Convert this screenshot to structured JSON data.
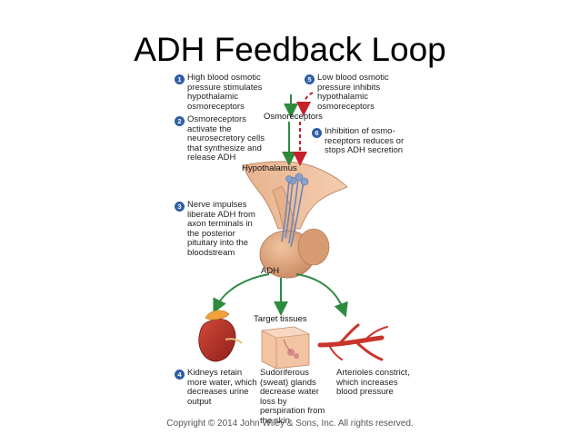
{
  "title": "ADH Feedback Loop",
  "labels": {
    "osmoreceptors": "Osmoreceptors",
    "hypothalamus": "Hypothalamus",
    "adh": "ADH",
    "target_tissues": "Target tissues"
  },
  "steps": [
    {
      "num": "1",
      "text": "High blood osmotic pressure stimulates hypothalamic osmoreceptors"
    },
    {
      "num": "2",
      "text": "Osmoreceptors activate the neurosecretory cells that synthesize and release ADH"
    },
    {
      "num": "3",
      "text": "Nerve impulses liberate ADH from axon terminals in the posterior pituitary into the bloodstream"
    },
    {
      "num": "4",
      "text": "Kidneys retain more water, which decreases urine output"
    },
    {
      "num": "5",
      "text": "Low blood osmotic pressure inhibits hypothalamic osmoreceptors"
    },
    {
      "num": "6",
      "text": "Inhibition of osmo-receptors reduces or stops ADH secretion"
    }
  ],
  "effects": {
    "sweat": "Sudoriferous (sweat) glands decrease water loss by perspiration from the skin",
    "arterioles": "Arterioles constrict, which increases blood pressure"
  },
  "colors": {
    "green_arrow": "#2e8b3e",
    "red_arrow": "#c8202a",
    "badge": "#2f5da8"
  },
  "footer": "Copyright © 2014 John Wiley & Sons, Inc. All rights reserved."
}
